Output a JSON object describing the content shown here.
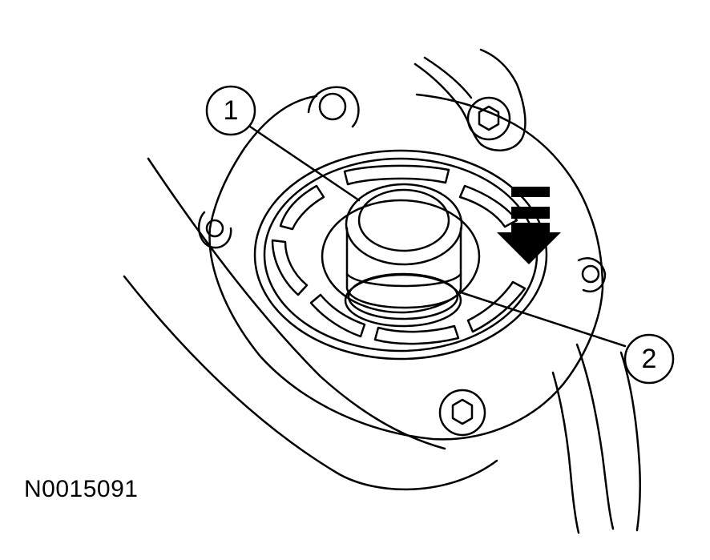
{
  "callouts": [
    {
      "label": "1"
    },
    {
      "label": "2"
    }
  ],
  "figure_id": "N0015091",
  "colors": {
    "ink": "#000000",
    "paper": "#ffffff",
    "arrow_fill": "#000000"
  },
  "icons": {
    "direction_arrow": "arrow-down-icon",
    "bolt_head": "hex-bolt-icon"
  }
}
